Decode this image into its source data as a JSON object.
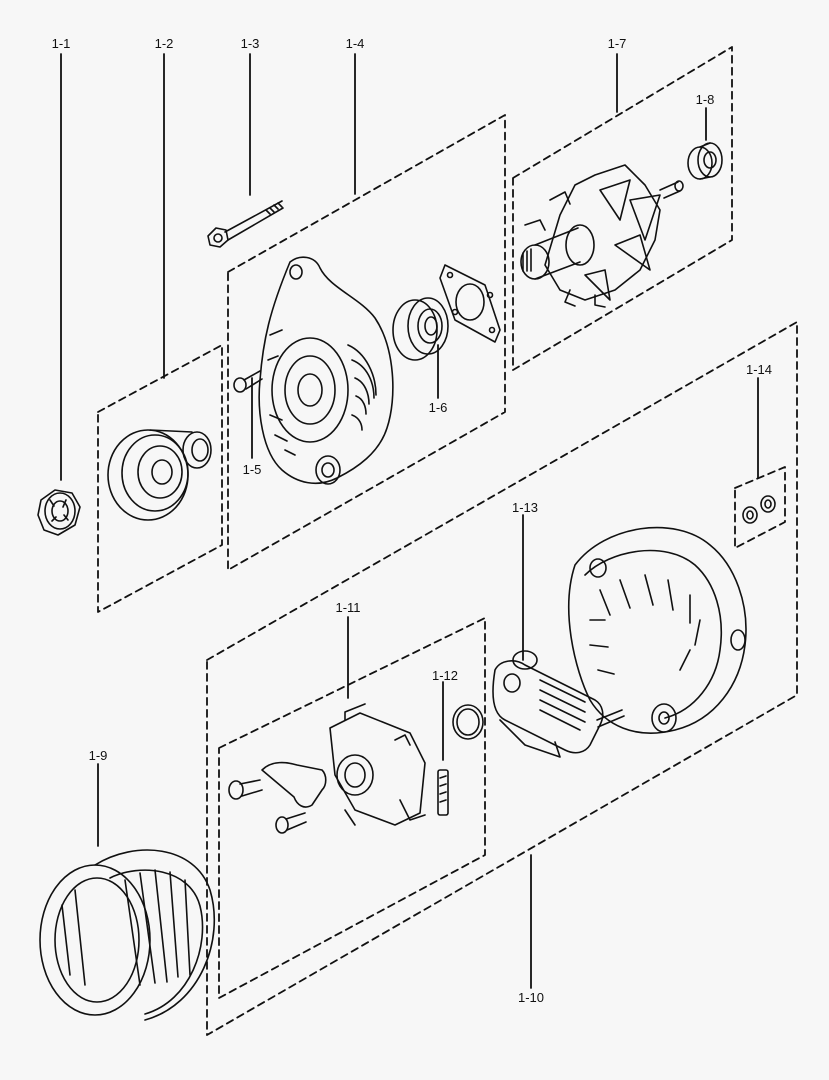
{
  "diagram": {
    "type": "exploded-parts-diagram",
    "subject": "alternator assembly",
    "callouts": [
      {
        "id": "1-1",
        "label": "1-1",
        "part": "nut"
      },
      {
        "id": "1-2",
        "label": "1-2",
        "part": "pulley kit"
      },
      {
        "id": "1-3",
        "label": "1-3",
        "part": "through bolt"
      },
      {
        "id": "1-4",
        "label": "1-4",
        "part": "front housing kit"
      },
      {
        "id": "1-5",
        "label": "1-5",
        "part": "screw"
      },
      {
        "id": "1-6",
        "label": "1-6",
        "part": "bearing"
      },
      {
        "id": "1-7",
        "label": "1-7",
        "part": "rotor kit"
      },
      {
        "id": "1-8",
        "label": "1-8",
        "part": "rear bearing"
      },
      {
        "id": "1-9",
        "label": "1-9",
        "part": "stator"
      },
      {
        "id": "1-10",
        "label": "1-10",
        "part": "rear housing kit"
      },
      {
        "id": "1-11",
        "label": "1-11",
        "part": "brush holder / regulator kit"
      },
      {
        "id": "1-12",
        "label": "1-12",
        "part": "brush"
      },
      {
        "id": "1-13",
        "label": "1-13",
        "part": "rectifier"
      },
      {
        "id": "1-14",
        "label": "1-14",
        "part": "terminal nuts"
      }
    ]
  }
}
